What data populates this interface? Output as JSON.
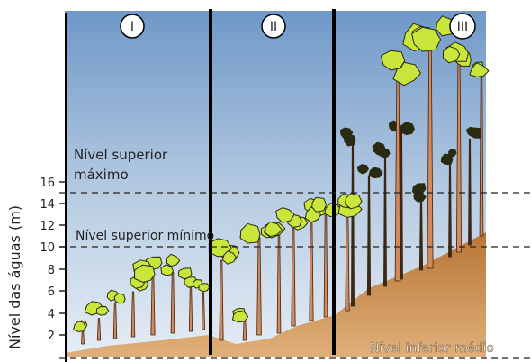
{
  "diagram": {
    "y_axis_label": "Nível das águas (m)",
    "y_ticks": [
      "2",
      "4",
      "6",
      "8",
      "10",
      "12",
      "14",
      "16"
    ],
    "zones": [
      {
        "id": "zone-1",
        "label": "I"
      },
      {
        "id": "zone-2",
        "label": "II"
      },
      {
        "id": "zone-3",
        "label": "III"
      }
    ],
    "levels": {
      "max_upper": {
        "line1": "Nível superior",
        "line2": "máximo",
        "meters": 15
      },
      "min_upper": {
        "label": "Nível superior mínimo",
        "meters": 10
      },
      "mean_lower": {
        "label": "Nível inferior médio",
        "meters": 0
      }
    },
    "colors": {
      "sky_top": "#6f98c8",
      "sky_bottom": "#dde7f2",
      "ground": "#c98a4c",
      "foliage_light": "#c9e63c",
      "foliage_dark": "#2b2b14",
      "trunk": "#d4895a"
    }
  }
}
